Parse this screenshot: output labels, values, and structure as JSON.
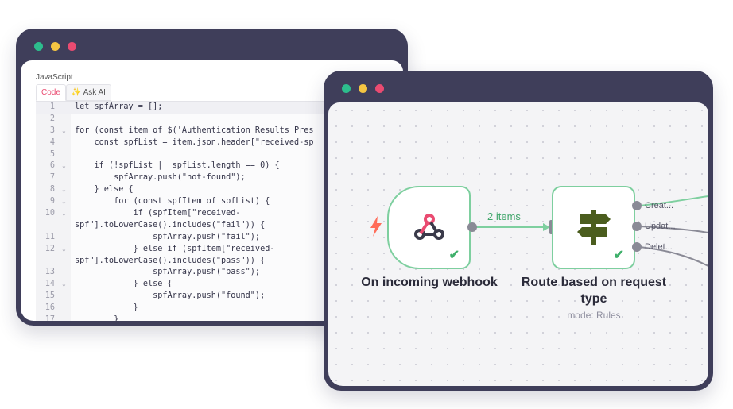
{
  "code_window": {
    "dot_colors": [
      "#2dbd8d",
      "#f5c542",
      "#ea4b71"
    ],
    "language": "JavaScript",
    "tabs": [
      {
        "label": "Code",
        "active": true
      },
      {
        "label": "Ask AI",
        "active": false
      }
    ],
    "lines": [
      {
        "no": "1",
        "fold": "",
        "text": "let spfArray = [];"
      },
      {
        "no": "2",
        "fold": "",
        "text": ""
      },
      {
        "no": "3",
        "fold": "⌄",
        "text": "for (const item of $('Authentication Results Pres"
      },
      {
        "no": "4",
        "fold": "",
        "text": "    const spfList = item.json.header[\"received-sp"
      },
      {
        "no": "5",
        "fold": "",
        "text": ""
      },
      {
        "no": "6",
        "fold": "⌄",
        "text": "    if (!spfList || spfList.length == 0) {"
      },
      {
        "no": "7",
        "fold": "",
        "text": "        spfArray.push(\"not-found\");"
      },
      {
        "no": "8",
        "fold": "⌄",
        "text": "    } else {"
      },
      {
        "no": "9",
        "fold": "⌄",
        "text": "        for (const spfItem of spfList) {"
      },
      {
        "no": "10",
        "fold": "⌄",
        "text": "            if (spfItem[\"received-"
      },
      {
        "no": "",
        "fold": "",
        "text": "spf\"].toLowerCase().includes(\"fail\")) {"
      },
      {
        "no": "11",
        "fold": "",
        "text": "                spfArray.push(\"fail\");"
      },
      {
        "no": "12",
        "fold": "⌄",
        "text": "            } else if (spfItem[\"received-"
      },
      {
        "no": "",
        "fold": "",
        "text": "spf\"].toLowerCase().includes(\"pass\")) {"
      },
      {
        "no": "13",
        "fold": "",
        "text": "                spfArray.push(\"pass\");"
      },
      {
        "no": "14",
        "fold": "⌄",
        "text": "            } else {"
      },
      {
        "no": "15",
        "fold": "",
        "text": "                spfArray.push(\"found\");"
      },
      {
        "no": "16",
        "fold": "",
        "text": "            }"
      },
      {
        "no": "17",
        "fold": "",
        "text": "        }"
      }
    ]
  },
  "flow_window": {
    "dot_colors": [
      "#2dbd8d",
      "#f5c542",
      "#ea4b71"
    ],
    "trigger_icon": "lightning-icon",
    "webhook_node": {
      "label": "On incoming webhook",
      "icon": "webhook-icon",
      "status": "✔"
    },
    "edge_label": "2 items",
    "switch_node": {
      "label_line1": "Route based on request",
      "label_line2": "type",
      "sub": "mode: Rules",
      "icon": "signpost-icon",
      "status": "✔",
      "outputs": [
        "Creat...",
        "Updat...",
        "Delet..."
      ]
    },
    "colors": {
      "node_border": "#7ecf9f",
      "success": "#3fb06b",
      "edge": "#7ecf9f",
      "handle": "#8a8a96",
      "signpost": "#4b5d1e",
      "trigger": "#ff6d5a"
    }
  }
}
